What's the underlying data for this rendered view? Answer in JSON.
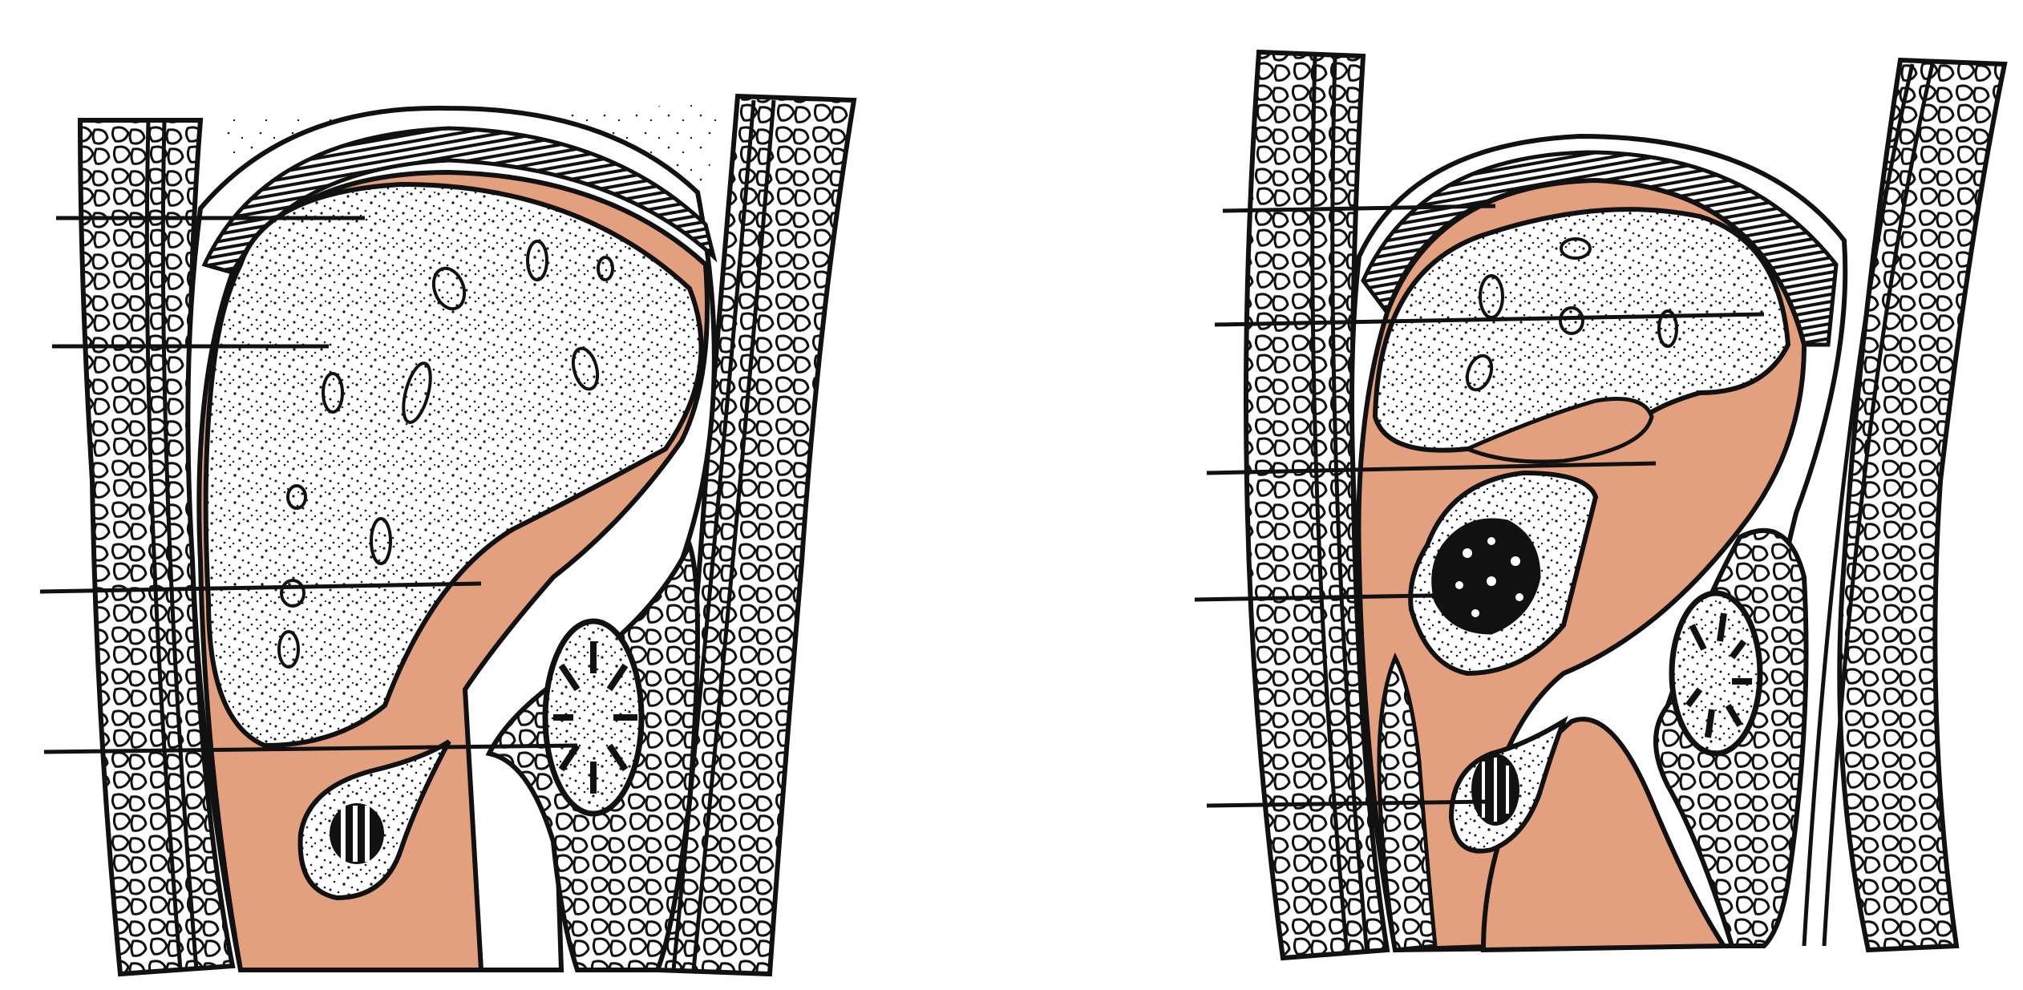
{
  "colors": {
    "background": "#ffffff",
    "ink": "#111111",
    "tissue": "#e3a07f",
    "stipple": "#1a1a1a"
  },
  "figures": [
    {
      "id": "left-section",
      "leader_line_count": 4
    },
    {
      "id": "right-section",
      "leader_line_count": 5
    }
  ]
}
